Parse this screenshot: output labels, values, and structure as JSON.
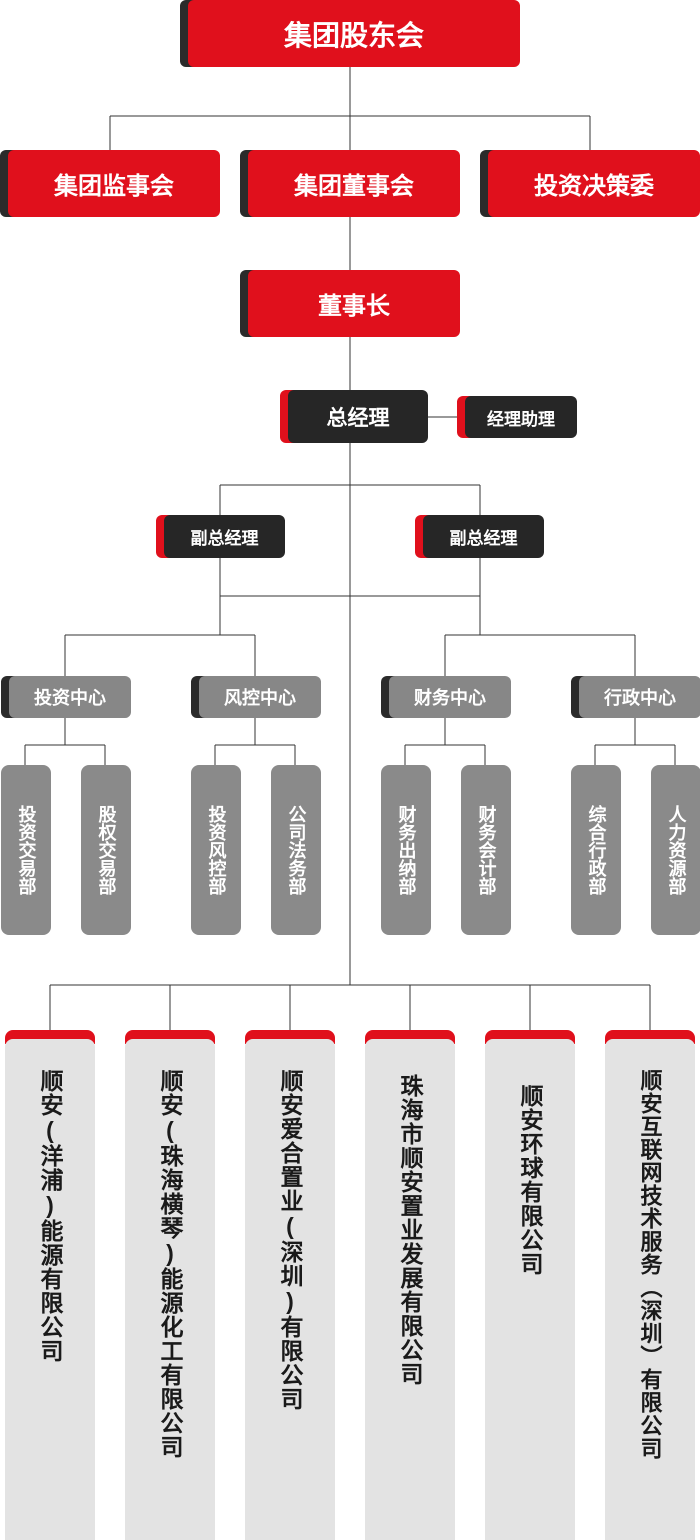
{
  "top": {
    "shareholders": "集团股东会"
  },
  "second": {
    "supervisory": "集团监事会",
    "board": "集团董事会",
    "investment_committee": "投资决策委"
  },
  "chairman": "董事长",
  "general_manager": "总经理",
  "manager_assistant": "经理助理",
  "deputy_gm": [
    "副总经理",
    "副总经理"
  ],
  "centers": [
    {
      "name": "投资中心",
      "departments": [
        "投资交易部",
        "股权交易部"
      ]
    },
    {
      "name": "风控中心",
      "departments": [
        "投资风控部",
        "公司法务部"
      ]
    },
    {
      "name": "财务中心",
      "departments": [
        "财务出纳部",
        "财务会计部"
      ]
    },
    {
      "name": "行政中心",
      "departments": [
        "综合行政部",
        "人力资源部"
      ]
    }
  ],
  "subsidiaries": [
    "顺安(洋浦)能源有限公司",
    "顺安(珠海横琴)能源化工有限公司",
    "顺安爱合置业(深圳)有限公司",
    "珠海市顺安置业发展有限公司",
    "顺安环球有限公司",
    "顺安互联网技术服务（深圳）有限公司"
  ],
  "colors": {
    "red": "#e0101c",
    "dark": "#262626",
    "grey": "#878787",
    "light_grey": "#e3e3e3",
    "line": "#333333"
  }
}
